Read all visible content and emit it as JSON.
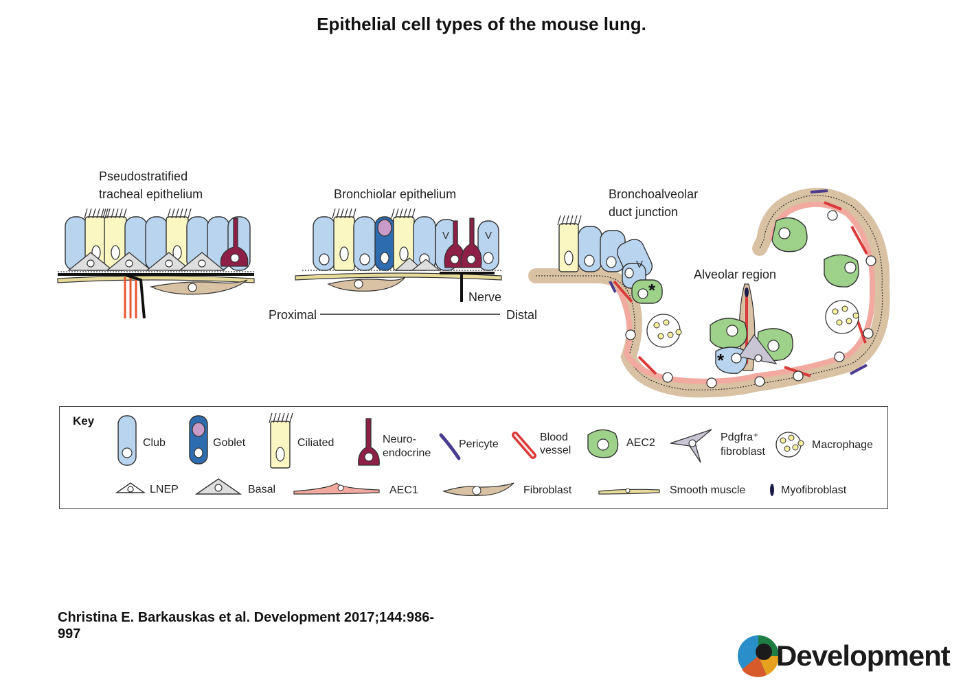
{
  "slide": {
    "title": "Epithelial cell types of the mouse lung."
  },
  "panels": {
    "tracheal": {
      "line1": "Pseudostratified",
      "line2": "tracheal epithelium"
    },
    "bronchiolar": {
      "title": "Bronchiolar epithelium",
      "nerve": "Nerve",
      "v_marker": "V"
    },
    "axis": {
      "proximal": "Proximal",
      "distal": "Distal"
    },
    "badj": {
      "line1": "Bronchoalveolar",
      "line2": "duct junction",
      "asterisk": "*"
    },
    "alveolar": {
      "title": "Alveolar region"
    }
  },
  "key": {
    "title": "Key",
    "items": {
      "club": "Club",
      "goblet": "Goblet",
      "ciliated": "Ciliated",
      "neuro_1": "Neuro-",
      "neuro_2": "endocrine",
      "pericyte": "Pericyte",
      "blood_1": "Blood",
      "blood_2": "vessel",
      "aec2": "AEC2",
      "pdgfra_1": "Pdgfra⁺",
      "pdgfra_2": "fibroblast",
      "macrophage": "Macrophage",
      "lnep": "LNEP",
      "basal": "Basal",
      "aec1": "AEC1",
      "fibroblast": "Fibroblast",
      "smooth_muscle": "Smooth muscle",
      "myofibroblast": "Myofibroblast"
    }
  },
  "citation": {
    "line1": "Christina E. Barkauskas et al. Development 2017;144:986-",
    "line2": "997"
  },
  "logo": {
    "text": "Development"
  },
  "colors": {
    "club": "#b8d4ef",
    "goblet": "#2e6cb0",
    "ciliated": "#fbf7c2",
    "neuroendocrine": "#8e1f46",
    "aec2": "#9ed28a",
    "aec1": "#f2aaa0",
    "fibroblast": "#d9c1a3",
    "smooth_muscle": "#e8dc9a",
    "blood": "#d93a3a",
    "pericyte": "#4a3b8f",
    "basal": "#dedede",
    "nerve": "#111111",
    "capillary": "#e8542c"
  }
}
